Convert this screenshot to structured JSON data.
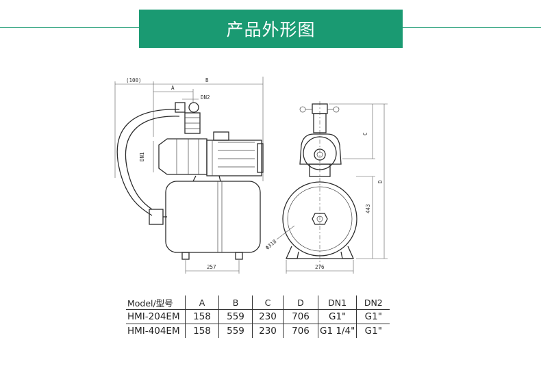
{
  "header": {
    "title": "产品外形图"
  },
  "drawing": {
    "side_view": {
      "dim_offset": "(100)",
      "dim_a": "A",
      "dim_b": "B",
      "dim_dn2": "DN2",
      "dim_dn1": "DN1",
      "dim_base": "257"
    },
    "front_view": {
      "dim_c": "C",
      "dim_d": "D",
      "dim_height": "443",
      "dim_diameter": "Φ318",
      "dim_base": "276"
    }
  },
  "table": {
    "headers": [
      "Model/型号",
      "A",
      "B",
      "C",
      "D",
      "DN1",
      "DN2"
    ],
    "rows": [
      [
        "HMI-204EM",
        "158",
        "559",
        "230",
        "706",
        "G1\"",
        "G1\""
      ],
      [
        "HMI-404EM",
        "158",
        "559",
        "230",
        "706",
        "G1 1/4\"",
        "G1\""
      ]
    ]
  },
  "colors": {
    "accent": "#1a9a72",
    "line": "#2b2b2b"
  }
}
